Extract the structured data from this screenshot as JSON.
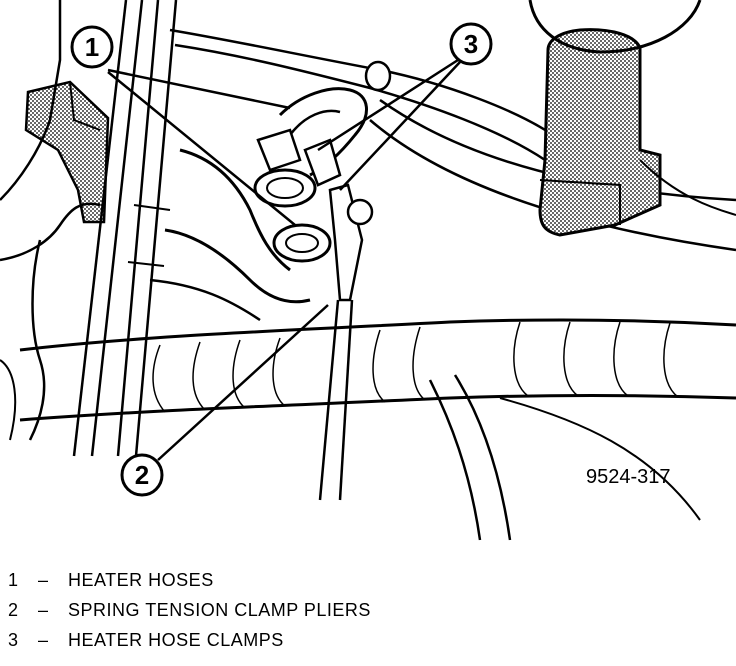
{
  "figure_id": "9524-317",
  "callouts": [
    "1",
    "2",
    "3"
  ],
  "legend": [
    {
      "number": "1",
      "dash": "–",
      "text": "HEATER HOSES"
    },
    {
      "number": "2",
      "dash": "–",
      "text": "SPRING TENSION CLAMP PLIERS"
    },
    {
      "number": "3",
      "dash": "–",
      "text": "HEATER HOSE CLAMPS"
    }
  ]
}
